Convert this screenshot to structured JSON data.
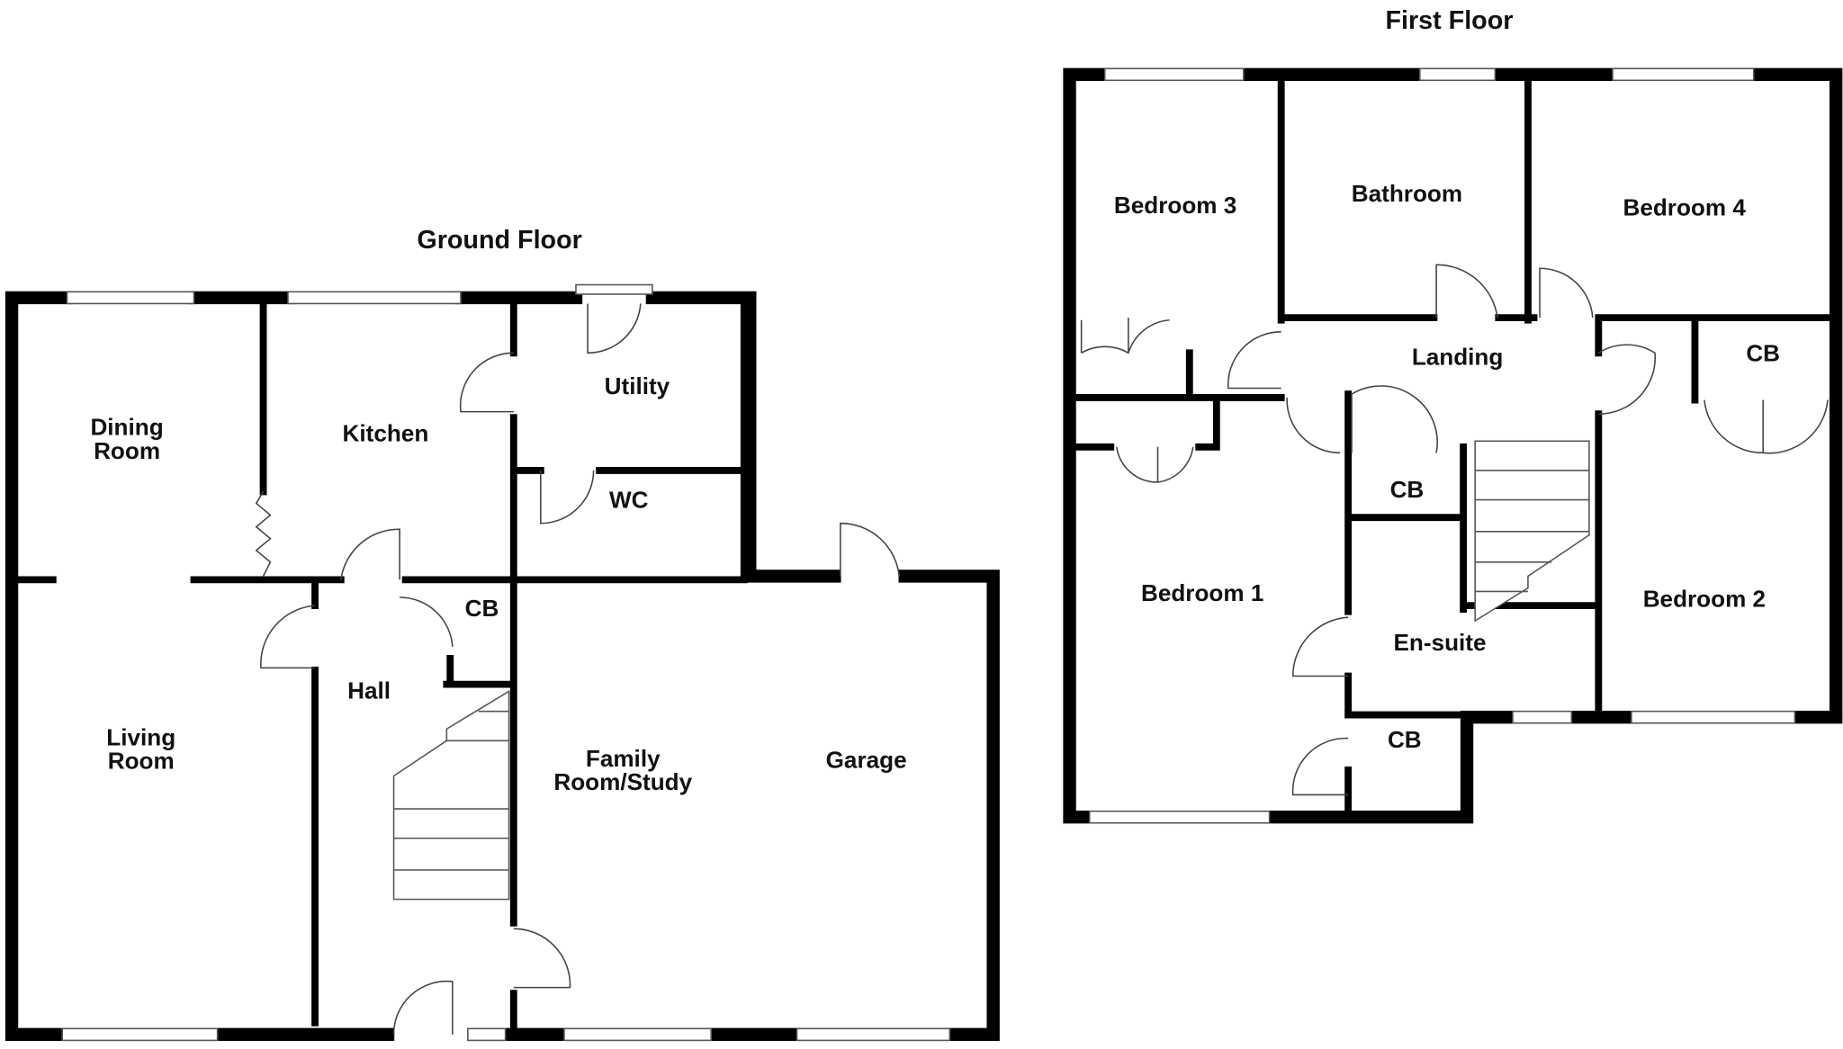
{
  "ground_floor": {
    "title": "Ground Floor",
    "rooms": {
      "dining_1": "Dining",
      "dining_2": "Room",
      "kitchen": "Kitchen",
      "utility": "Utility",
      "wc": "WC",
      "cb": "CB",
      "hall": "Hall",
      "living_1": "Living",
      "living_2": "Room",
      "family_1": "Family",
      "family_2": "Room/Study",
      "garage": "Garage"
    }
  },
  "first_floor": {
    "title": "First Floor",
    "rooms": {
      "bedroom3": "Bedroom 3",
      "bathroom": "Bathroom",
      "bedroom4": "Bedroom 4",
      "landing": "Landing",
      "cb_b2": "CB",
      "cb_landing": "CB",
      "bedroom1": "Bedroom 1",
      "ensuite": "En-suite",
      "bedroom2": "Bedroom 2",
      "cb_ensuite": "CB"
    }
  }
}
